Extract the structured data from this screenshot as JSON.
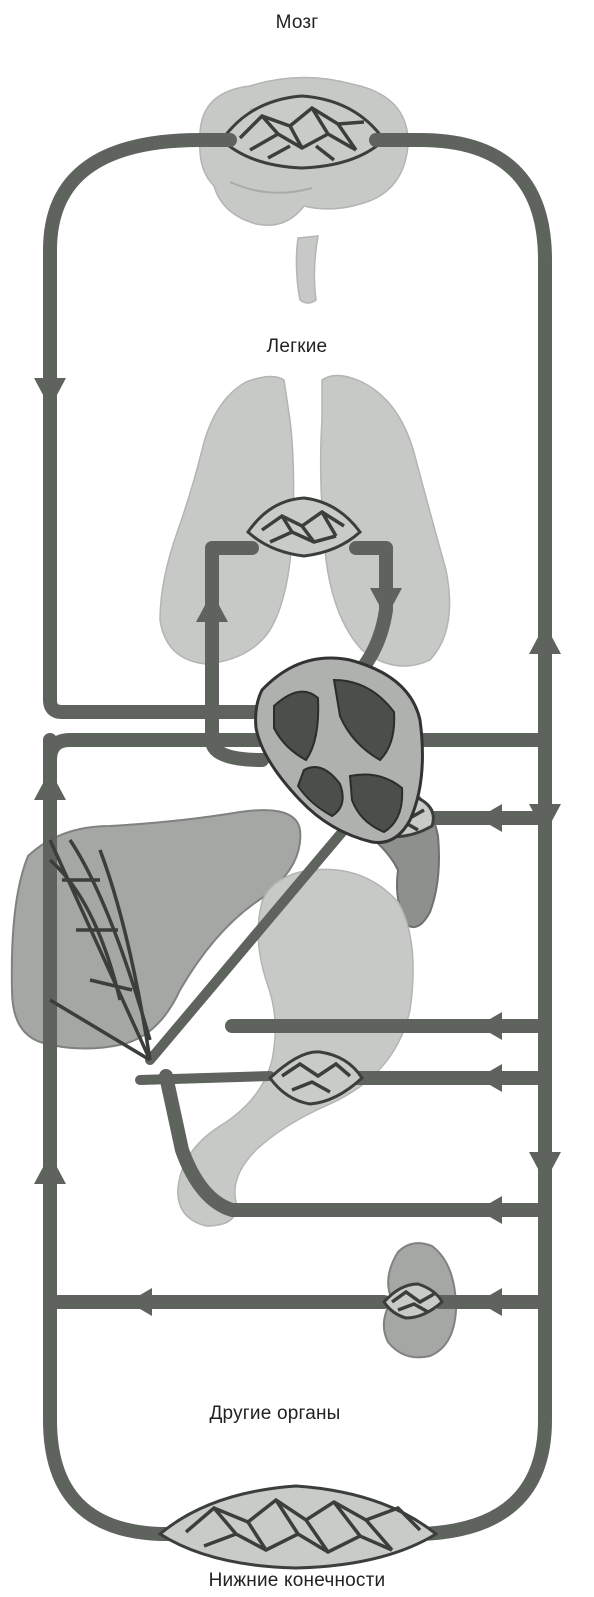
{
  "labels": {
    "brain": "Мозг",
    "lungs": "Легкие",
    "other_organs": "Другие органы",
    "lower_limbs": "Нижние конечности"
  },
  "colors": {
    "vessel": "#5e635e",
    "organ_light": "#c7c9c7",
    "organ_mid": "#a4a7a4",
    "heart_chamber": "#4b4f4b"
  }
}
